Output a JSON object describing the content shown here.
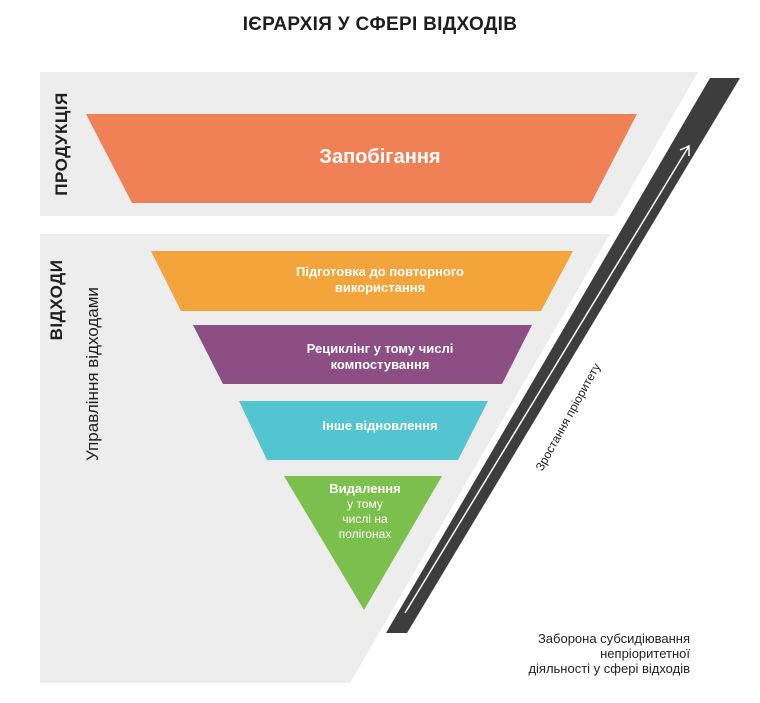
{
  "title": "ІЄРАРХІЯ У СФЕРІ ВІДХОДІВ",
  "sections": {
    "product_label": "ПРОДУКЦІЯ",
    "waste_label": "ВІДХОДИ",
    "waste_management_label": "Управління відходами"
  },
  "tiers": [
    {
      "lines": [
        "Запобігання"
      ],
      "color": "#f08157"
    },
    {
      "lines": [
        "Підготовка до повторного",
        "використання"
      ],
      "color": "#f3a43a"
    },
    {
      "lines": [
        "Рециклінг у тому числі",
        "компостування"
      ],
      "color": "#8d4e84"
    },
    {
      "lines": [
        "Інше відновлення"
      ],
      "color": "#53c5d0"
    },
    {
      "lines": [
        "Видалення"
      ],
      "sub_lines": [
        "у тому",
        "числі на",
        "полігонах"
      ],
      "color": "#7bc04d"
    }
  ],
  "priority_label": "Зростання пріоритету",
  "note_lines": [
    "Заборона субсидіювання",
    "непріоритетної",
    "діяльності у сфері відходів"
  ],
  "colors": {
    "panel": "#ededed",
    "bar": "#3d3d3d",
    "arrow": "#ffffff",
    "text": "#1f1f1f"
  }
}
